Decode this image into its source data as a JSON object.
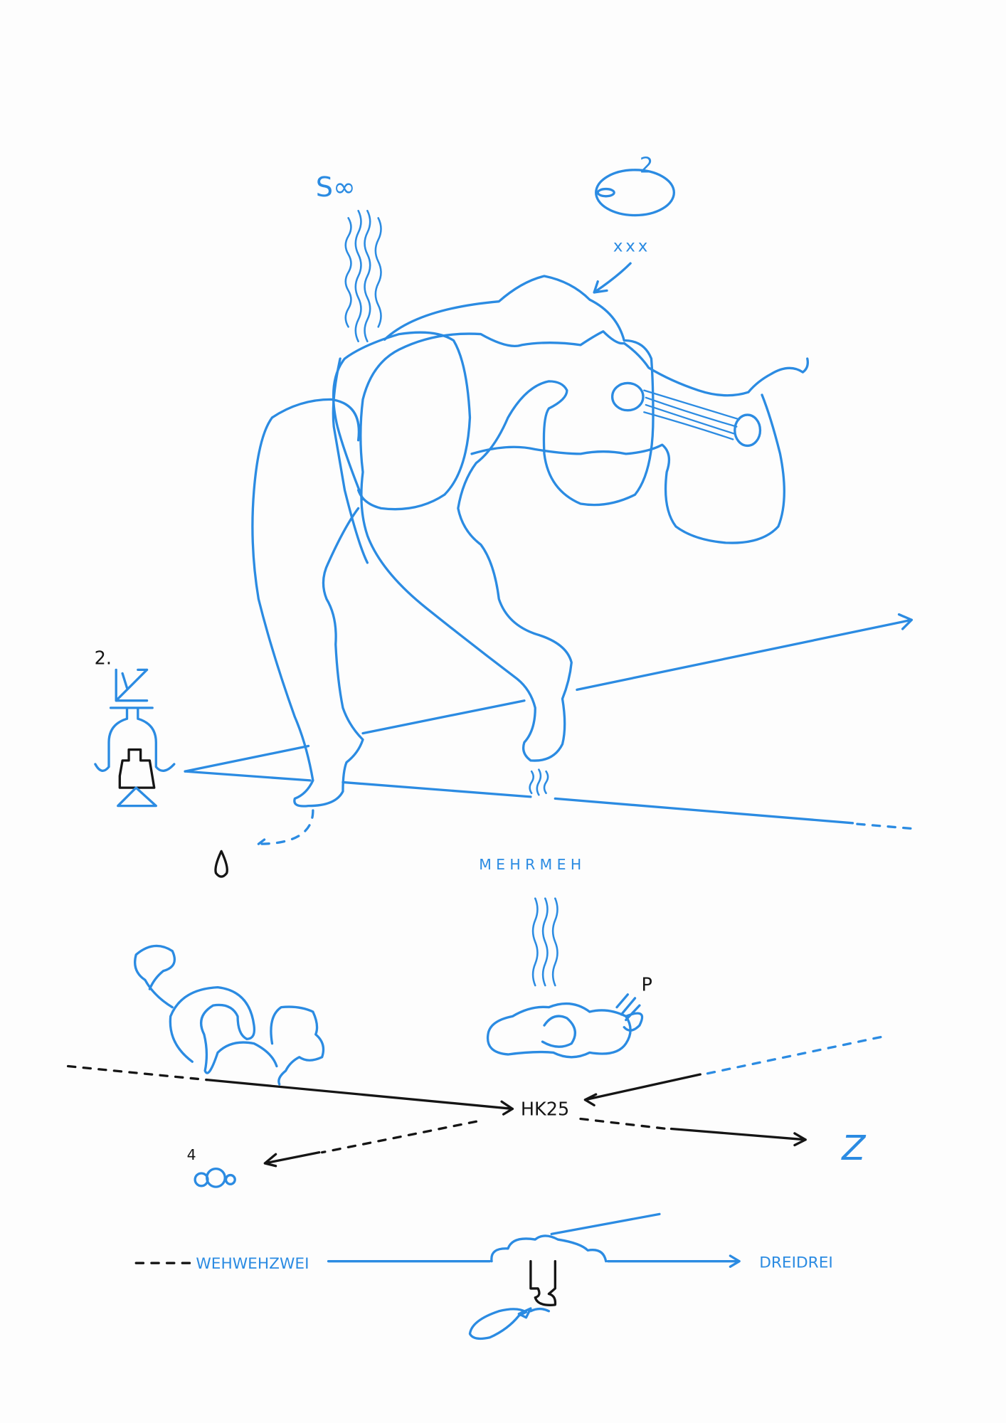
{
  "colors": {
    "ink_blue": "#2b8be2",
    "ink_black": "#151515",
    "paper": "#fdfdfd"
  },
  "labels": {
    "infinity_mark": "S∞",
    "orbit_mark": "2",
    "kisses": "xxx",
    "weight_number": "2.",
    "mehrmeh": "MEHRMEH",
    "p_mark": "P",
    "hk25": "HK25",
    "four_mark": "4",
    "z_mark": "Z",
    "wehwehzwei": "WEHWEHZWEI",
    "dreidrei": "DREIDREI"
  }
}
